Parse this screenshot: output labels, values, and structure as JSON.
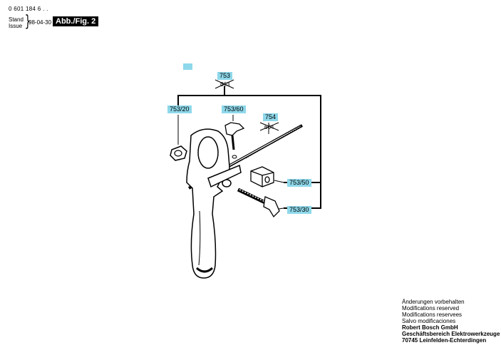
{
  "header": {
    "doc_number": "0 601 184 6 . .",
    "stand_label": "Stand",
    "issue_label": "Issue",
    "date": "98-04-30",
    "figure_label": "Abb./Fig. 2"
  },
  "parts": {
    "p753": "753",
    "p753_crossed": "663",
    "p753_20": "753/20",
    "p753_60": "753/60",
    "p754": "754",
    "p754_crossed": "664",
    "p753_50": "753/50",
    "p753_30": "753/30"
  },
  "footer": {
    "lines": [
      "Änderungen vorbehalten",
      "Modifications reserved",
      "Modifications reservees",
      "Salvo modificaciones"
    ],
    "company": "Robert Bosch GmbH",
    "division": "Geschäftsbereich Elektrowerkzeuge",
    "address": "70745 Leinfelden-Echterdingen"
  },
  "colors": {
    "label_bg": "#8ed8ea"
  }
}
